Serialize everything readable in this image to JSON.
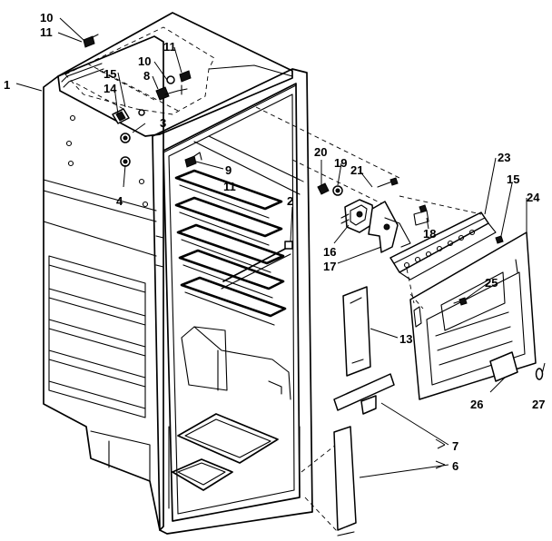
{
  "diagram": {
    "callouts": [
      {
        "id": "c1",
        "label": "1"
      },
      {
        "id": "c2",
        "label": "2"
      },
      {
        "id": "c3",
        "label": "3"
      },
      {
        "id": "c4",
        "label": "4"
      },
      {
        "id": "c6",
        "label": "6"
      },
      {
        "id": "c7",
        "label": "7"
      },
      {
        "id": "c8",
        "label": "8"
      },
      {
        "id": "c9",
        "label": "9"
      },
      {
        "id": "c10a",
        "label": "10"
      },
      {
        "id": "c10b",
        "label": "10"
      },
      {
        "id": "c11a",
        "label": "11"
      },
      {
        "id": "c11b",
        "label": "11"
      },
      {
        "id": "c11c",
        "label": "11"
      },
      {
        "id": "c13",
        "label": "13"
      },
      {
        "id": "c14",
        "label": "14"
      },
      {
        "id": "c15a",
        "label": "15"
      },
      {
        "id": "c15b",
        "label": "15"
      },
      {
        "id": "c16",
        "label": "16"
      },
      {
        "id": "c17",
        "label": "17"
      },
      {
        "id": "c18",
        "label": "18"
      },
      {
        "id": "c19",
        "label": "19"
      },
      {
        "id": "c20",
        "label": "20"
      },
      {
        "id": "c21",
        "label": "21"
      },
      {
        "id": "c23",
        "label": "23"
      },
      {
        "id": "c24",
        "label": "24"
      },
      {
        "id": "c25",
        "label": "25"
      },
      {
        "id": "c26",
        "label": "26"
      },
      {
        "id": "c27",
        "label": "27"
      }
    ]
  }
}
